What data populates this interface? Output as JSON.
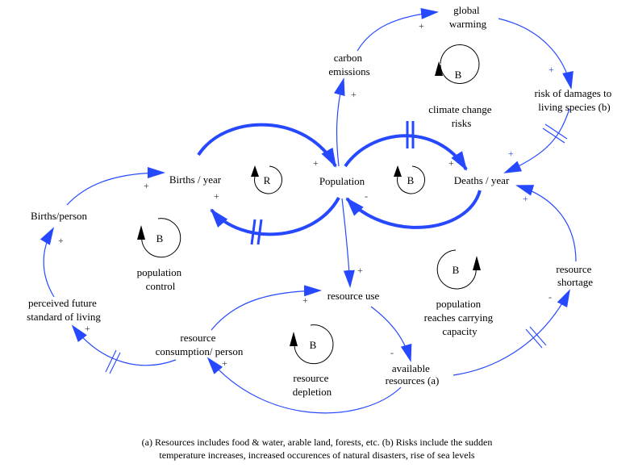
{
  "colors": {
    "link": "#2649ff",
    "link_thin": "#3a55f0",
    "loop_marker": "#000000",
    "text": "#000000",
    "background": "#ffffff"
  },
  "variables": {
    "global_warming": [
      "global",
      "warming"
    ],
    "carbon_emissions": [
      "carbon",
      "emissions"
    ],
    "risk_damages": [
      "risk of damages to",
      "living species (b)"
    ],
    "births_year": [
      "Births / year"
    ],
    "population": [
      "Population"
    ],
    "deaths_year": [
      "Deaths / year"
    ],
    "births_person": [
      "Births/person"
    ],
    "resource_use": [
      "resource use"
    ],
    "resource_shortage": [
      "resource",
      "shortage"
    ],
    "perceived_future": [
      "perceived future",
      "standard of living"
    ],
    "resource_consumption": [
      "resource",
      "consumption/ person"
    ],
    "available_resources": [
      "available",
      "resources (a)"
    ]
  },
  "loops": [
    {
      "id": "climate",
      "type": "B",
      "name": [
        "climate change",
        "risks"
      ]
    },
    {
      "id": "reinforcing-births",
      "type": "R",
      "name": []
    },
    {
      "id": "balancing-deaths",
      "type": "B",
      "name": []
    },
    {
      "id": "population-control",
      "type": "B",
      "name": [
        "population",
        "control"
      ]
    },
    {
      "id": "carrying-capacity",
      "type": "B",
      "name": [
        "population",
        "reaches carrying",
        "capacity"
      ]
    },
    {
      "id": "resource-depletion",
      "type": "B",
      "name": [
        "resource",
        "depletion"
      ]
    }
  ],
  "links": [
    {
      "from": "carbon_emissions",
      "to": "global_warming",
      "polarity": "+",
      "delay": false
    },
    {
      "from": "global_warming",
      "to": "risk_damages",
      "polarity": "+",
      "delay": false
    },
    {
      "from": "risk_damages",
      "to": "deaths_year",
      "polarity": "+",
      "delay": true
    },
    {
      "from": "population",
      "to": "carbon_emissions",
      "polarity": "+",
      "delay": false
    },
    {
      "from": "births_year",
      "to": "population",
      "polarity": "+",
      "delay": false
    },
    {
      "from": "population",
      "to": "births_year",
      "polarity": "+",
      "delay": true
    },
    {
      "from": "population",
      "to": "deaths_year",
      "polarity": "+",
      "delay": true
    },
    {
      "from": "deaths_year",
      "to": "population",
      "polarity": "-",
      "delay": false
    },
    {
      "from": "births_person",
      "to": "births_year",
      "polarity": "+",
      "delay": false
    },
    {
      "from": "perceived_future",
      "to": "births_person",
      "polarity": "+",
      "delay": false
    },
    {
      "from": "resource_consumption",
      "to": "perceived_future",
      "polarity": "+",
      "delay": true
    },
    {
      "from": "population",
      "to": "resource_use",
      "polarity": "+",
      "delay": false
    },
    {
      "from": "resource_consumption",
      "to": "resource_use",
      "polarity": "+",
      "delay": false
    },
    {
      "from": "resource_use",
      "to": "available_resources",
      "polarity": "-",
      "delay": false
    },
    {
      "from": "available_resources",
      "to": "resource_consumption",
      "polarity": "+",
      "delay": false
    },
    {
      "from": "available_resources",
      "to": "resource_shortage",
      "polarity": "-",
      "delay": true
    },
    {
      "from": "resource_shortage",
      "to": "deaths_year",
      "polarity": "+",
      "delay": false
    }
  ],
  "caption": [
    "(a) Resources includes food & water, arable land, forests, etc. (b) Risks include the sudden",
    "temperature increases, increased occurences of natural disasters, rise of sea levels"
  ]
}
